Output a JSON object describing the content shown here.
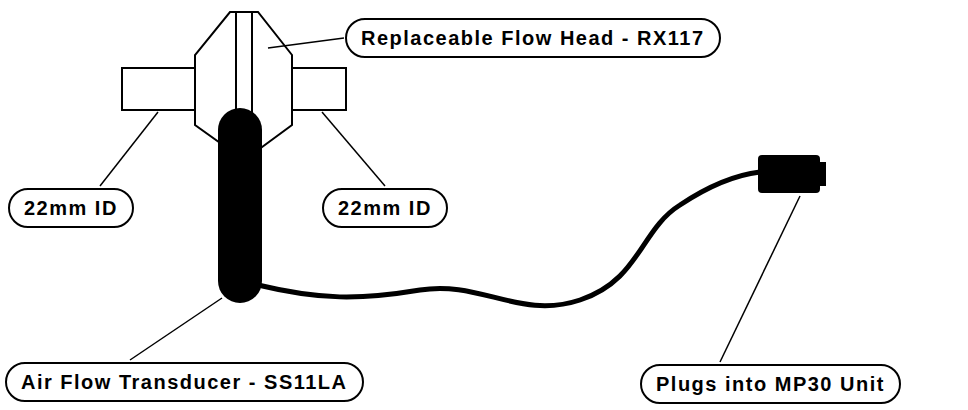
{
  "diagram": {
    "nodes": [
      {
        "text": [
          "Replaceable Flow Head - RX117"
        ]
      },
      {
        "text": [
          "22mm ID"
        ]
      },
      {
        "text": [
          "22mm ID"
        ]
      },
      {
        "text": [
          "Air Flow Transducer - SS11LA"
        ]
      },
      {
        "text": [
          "Plugs into MP30 Unit"
        ]
      }
    ]
  }
}
